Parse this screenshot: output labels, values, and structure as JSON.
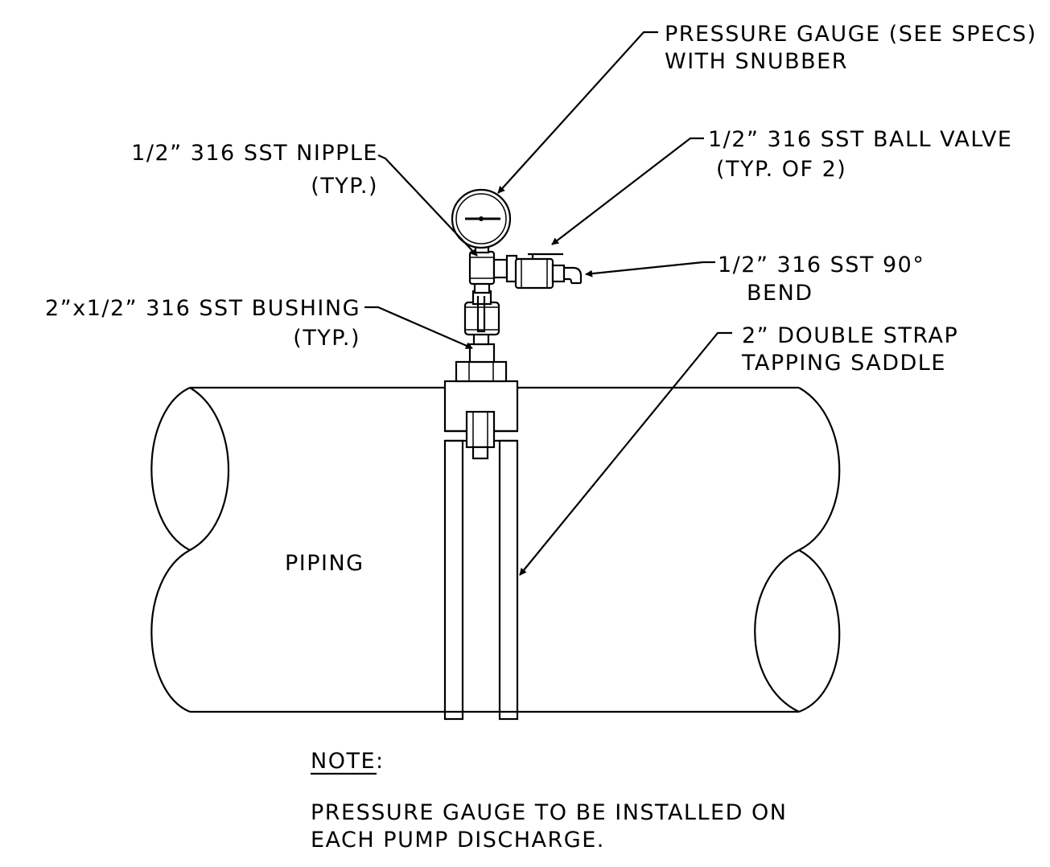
{
  "labels": {
    "pressure_gauge_l1": "PRESSURE GAUGE (SEE SPECS)",
    "pressure_gauge_l2": "WITH SNUBBER",
    "nipple_l1": "1/2” 316 SST NIPPLE",
    "nipple_l2": "(TYP.)",
    "ball_valve_l1": "1/2” 316 SST BALL VALVE",
    "ball_valve_l2": "(TYP. OF 2)",
    "bend_l1": "1/2” 316 SST 90°",
    "bend_l2": "BEND",
    "bushing_l1": "2”x1/2” 316 SST BUSHING",
    "bushing_l2": "(TYP.)",
    "saddle_l1": "2” DOUBLE STRAP",
    "saddle_l2": "TAPPING SADDLE",
    "piping": "PIPING"
  },
  "note": {
    "heading": "NOTE:",
    "line1": "PRESSURE GAUGE TO BE INSTALLED ON",
    "line2": "EACH PUMP DISCHARGE."
  }
}
